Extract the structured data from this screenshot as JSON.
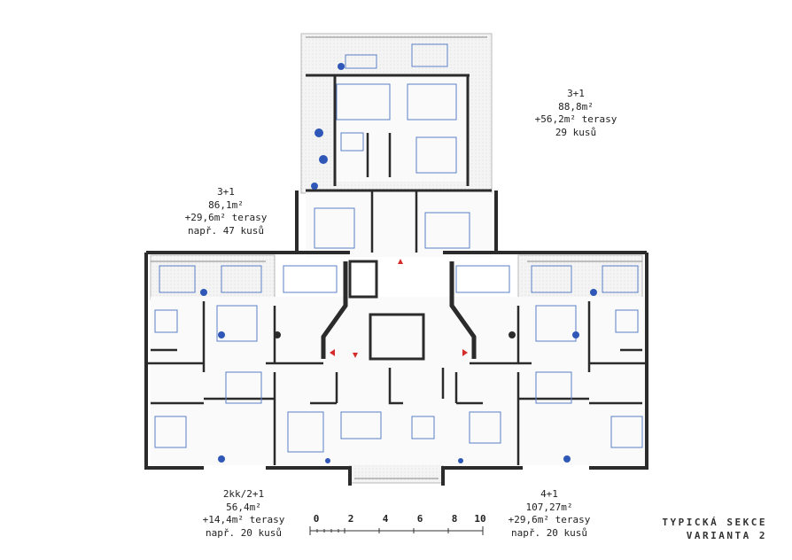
{
  "units": [
    {
      "id": "north",
      "lines": [
        "3+1",
        "88,8m²",
        "+56,2m² terasy",
        "29 kusů"
      ]
    },
    {
      "id": "west",
      "lines": [
        "3+1",
        "86,1m²",
        "+29,6m² terasy",
        "např. 47 kusů"
      ]
    },
    {
      "id": "southwest",
      "lines": [
        "2kk/2+1",
        "56,4m²",
        "+14,4m² terasy",
        "např. 20 kusů"
      ]
    },
    {
      "id": "southeast",
      "lines": [
        "4+1",
        "107,27m²",
        "+29,6m² terasy",
        "např. 20 kusů"
      ]
    }
  ],
  "scale_bar": {
    "ticks": [
      "0",
      "2",
      "4",
      "6",
      "8",
      "10"
    ],
    "unit_hint": "m"
  },
  "title": {
    "line1": "TYPICKÁ SEKCE",
    "line2": "VARIANTA 2"
  },
  "colors": {
    "wall": "#2b2b2b",
    "furniture": "#5b7fc7",
    "plant": "#2f57b8",
    "arrow": "#d62b2b",
    "terrace": "#f1f1f1"
  }
}
